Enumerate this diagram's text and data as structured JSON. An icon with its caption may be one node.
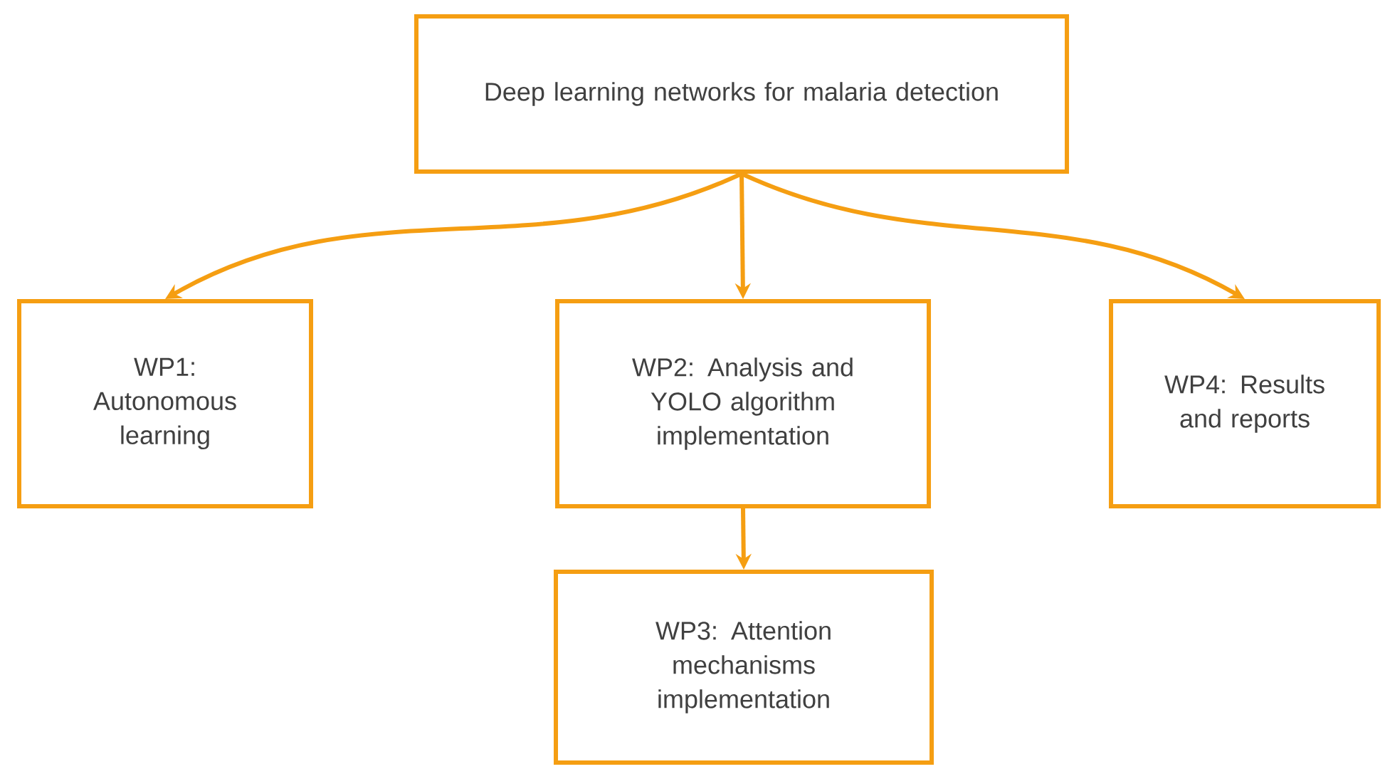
{
  "diagram": {
    "nodes": [
      {
        "text": [
          "Deep learning networks for malaria detection"
        ]
      },
      {
        "text": [
          "WP1: Autonomous learning"
        ]
      },
      {
        "text": [
          "WP2: Analysis and YOLO algorithm implementation"
        ]
      },
      {
        "text": [
          "WP4: Results and reports"
        ]
      },
      {
        "text": [
          "WP3: Attention mechanisms implementation"
        ]
      }
    ],
    "edges": [
      {
        "from": 0,
        "to": 1,
        "arrow": "to"
      },
      {
        "from": 0,
        "to": 2,
        "arrow": "to"
      },
      {
        "from": 0,
        "to": 3,
        "arrow": "to"
      },
      {
        "from": 2,
        "to": 4,
        "arrow": "to"
      }
    ]
  }
}
